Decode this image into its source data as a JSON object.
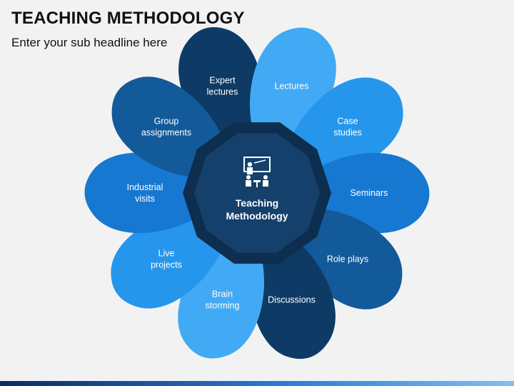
{
  "header": {
    "title": "TEACHING METHODOLOGY",
    "subtitle": "Enter your sub headline here"
  },
  "center": {
    "icon": "teacher-presentation-icon",
    "label_lines": [
      "Teaching",
      "Methodology"
    ],
    "ring_color": "#0d2e4f",
    "fill_color": "#14406b"
  },
  "petals": [
    {
      "id": "expert-lectures",
      "lines": [
        "Expert",
        "lectures"
      ],
      "color": "#0d3b66"
    },
    {
      "id": "lectures",
      "lines": [
        "Lectures"
      ],
      "color": "#42aaf5"
    },
    {
      "id": "case-studies",
      "lines": [
        "Case",
        "studies"
      ],
      "color": "#2596ec"
    },
    {
      "id": "seminars",
      "lines": [
        "Seminars"
      ],
      "color": "#1678d0"
    },
    {
      "id": "role-plays",
      "lines": [
        "Role plays"
      ],
      "color": "#135a9a"
    },
    {
      "id": "discussions",
      "lines": [
        "Discussions"
      ],
      "color": "#0d3b66"
    },
    {
      "id": "brain-storming",
      "lines": [
        "Brain",
        "storming"
      ],
      "color": "#42aaf5"
    },
    {
      "id": "live-projects",
      "lines": [
        "Live",
        "projects"
      ],
      "color": "#2596ec"
    },
    {
      "id": "industrial-visits",
      "lines": [
        "Industrial",
        "visits"
      ],
      "color": "#1678d0"
    },
    {
      "id": "group-assignments",
      "lines": [
        "Group",
        "assignments"
      ],
      "color": "#135a9a"
    }
  ],
  "footer": {
    "bar_colors": [
      "#0b2a66",
      "#2b7bd6",
      "#7cc0f5"
    ]
  }
}
